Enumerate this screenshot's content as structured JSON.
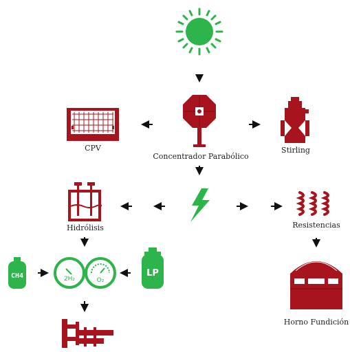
{
  "colors": {
    "red": "#a8141e",
    "dark_red": "#7a0e15",
    "green": "#2db44a",
    "black": "#111111"
  },
  "nodes": {
    "sun": {
      "icon": "sun-icon"
    },
    "concentrator": {
      "label": "Concentrador Parabólico",
      "icon": "parabolic-concentrator-icon"
    },
    "cpv": {
      "label": "CPV",
      "icon": "cpv-panel-icon"
    },
    "stirling": {
      "label": "Stirling",
      "icon": "stirling-engine-icon"
    },
    "electricity": {
      "icon": "lightning-bolt-icon"
    },
    "hydrolysis": {
      "label": "Hidrólisis",
      "icon": "electrolysis-tank-icon"
    },
    "resistances": {
      "label": "Resistencias",
      "icon": "heating-coil-icon"
    },
    "furnace": {
      "label": "Horno Fundición",
      "icon": "smelting-furnace-icon"
    },
    "ch4": {
      "text": "CH4",
      "icon": "gas-cylinder-icon"
    },
    "lp": {
      "text": "LP",
      "icon": "gas-cylinder-icon"
    },
    "gauge_h2": {
      "text": "2H₂",
      "icon": "pressure-gauge-icon"
    },
    "gauge_o2": {
      "text": "O₂",
      "icon": "pressure-gauge-icon"
    },
    "torch": {
      "icon": "torch-burner-icon"
    }
  }
}
